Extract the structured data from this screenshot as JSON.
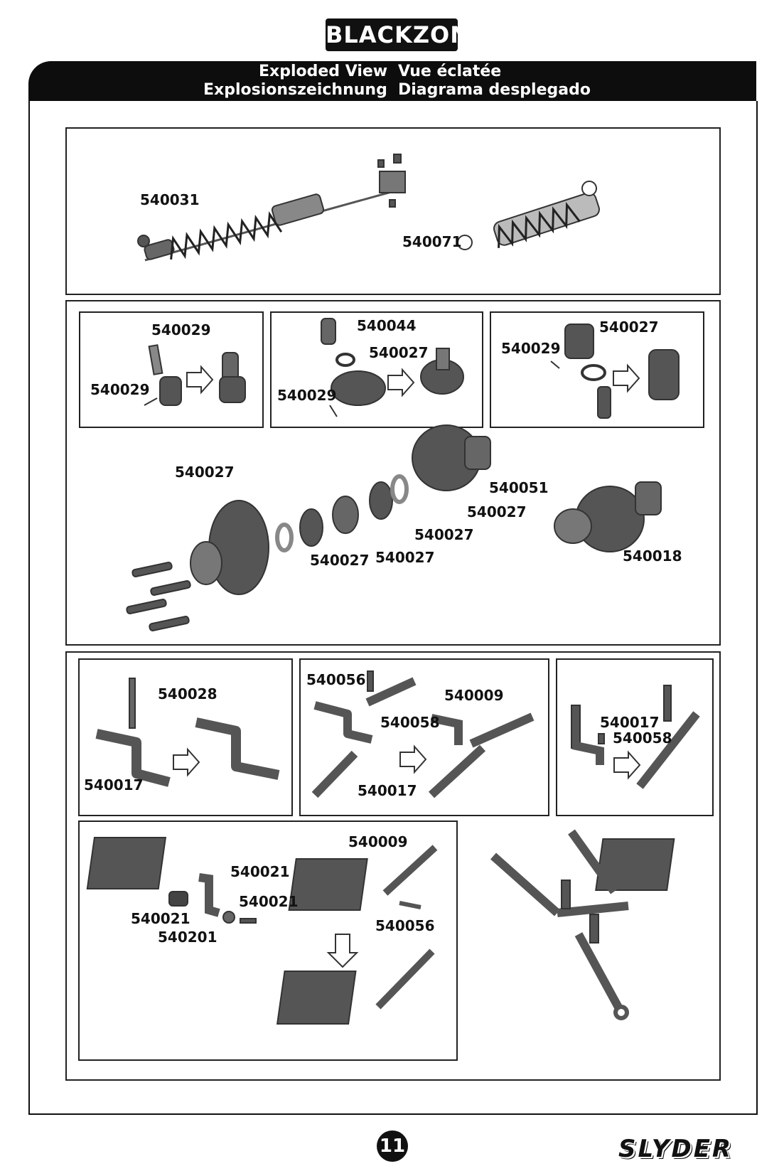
{
  "brand": {
    "logo": "BLACKZON",
    "footer_logo": "SLYDER"
  },
  "header": {
    "line1_left": "Exploded View",
    "line1_right": "Vue éclatée",
    "line2_left": "Explosionszeichnung",
    "line2_right": "Diagrama desplegado"
  },
  "page_number": "11",
  "sections": {
    "shocks": {
      "labels": [
        "540031",
        "540071"
      ]
    },
    "diff_small1": {
      "labels": [
        "540029",
        "540029"
      ]
    },
    "diff_small2": {
      "labels": [
        "540044",
        "540027",
        "540029"
      ]
    },
    "diff_small3": {
      "labels": [
        "540029",
        "540027"
      ]
    },
    "diff_main": {
      "labels": [
        "540027",
        "540051",
        "540027",
        "540027",
        "540027",
        "540027",
        "540018"
      ]
    },
    "steer1": {
      "labels": [
        "540028",
        "540017"
      ]
    },
    "steer2": {
      "labels": [
        "540056",
        "540009",
        "540058",
        "540017"
      ]
    },
    "steer3": {
      "labels": [
        "540017",
        "540058"
      ]
    },
    "servo": {
      "labels": [
        "540009",
        "540021",
        "540021",
        "540021",
        "540201",
        "540056"
      ]
    }
  }
}
